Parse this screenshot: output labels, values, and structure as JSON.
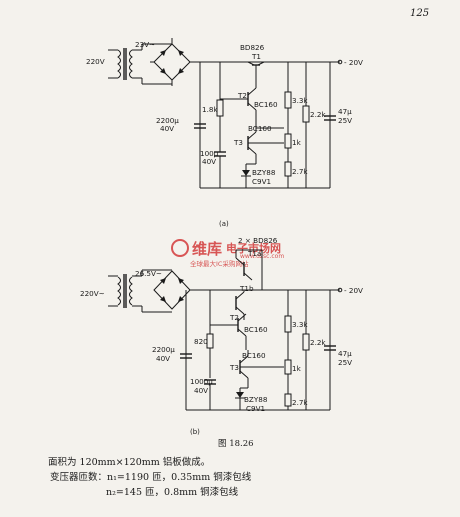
{
  "page_number": "125",
  "circuit_a": {
    "ac_input": "220V",
    "secondary": "23V~",
    "t1_type": "BD826",
    "t1_ref": "T1",
    "t2_ref": "T2",
    "t2_type": "BC160",
    "t3_type": "BC160",
    "t3_ref": "T3",
    "r_1k8": "1.8k",
    "c_2200": "2200µ",
    "c_2200_v": "40V",
    "c_100": "100µ",
    "c_100_v": "40V",
    "zener": "BZY88",
    "zener_v": "C9V1",
    "r_3k3": "3.3k",
    "pot_1k": "1k",
    "r_2k7": "2.7k",
    "r_2k2": "2.2k",
    "c_47": "47µ",
    "c_47_v": "25V",
    "output": "- 20V",
    "caption": "(a)"
  },
  "circuit_b": {
    "ac_input": "220V~",
    "secondary": "26.5V~",
    "t1_type": "2 × BD826",
    "t1a_ref": "T1a",
    "t1b_ref": "T1b",
    "t2_ref": "T2",
    "t2_type": "BC160",
    "t3_type": "BC160",
    "t3_ref": "T3",
    "r_820": "820",
    "c_2200": "2200µ",
    "c_2200_v": "40V",
    "c_1000": "1000µ",
    "c_1000_v": "40V",
    "zener": "BZY88",
    "zener_v": "C9V1",
    "r_3k3": "3.3k",
    "pot_1k": "1k",
    "r_2k7": "2.7k",
    "r_2k2": "2.2k",
    "c_47": "47µ",
    "c_47_v": "25V",
    "output": "- 20V",
    "caption": "(b)"
  },
  "watermark": {
    "brand": "维库",
    "brand2": "电子市场网",
    "url": "www.dzsc.com",
    "slogan": "全球最大IC采购网站"
  },
  "figure_caption": "图 18.26",
  "notes": {
    "line1": "面积为 120mm×120mm 铝板做成。",
    "line2": "变压器匝数：n₁=1190 匝，0.35mm 铜漆包线",
    "line3": "n₂=145 匝，0.8mm 铜漆包线"
  }
}
